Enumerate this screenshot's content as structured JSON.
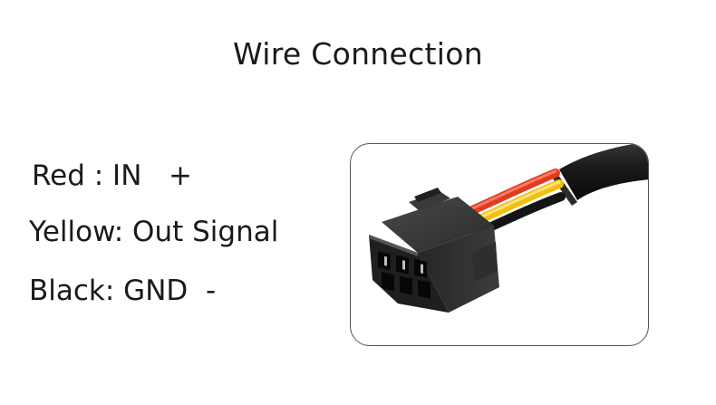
{
  "title": "Wire Connection",
  "wires": [
    {
      "label": "Red : IN   +",
      "color": "#e53a26"
    },
    {
      "label": "Yellow: Out Signal",
      "color": "#f2c20a"
    },
    {
      "label": "Black: GND  -",
      "color": "#111111"
    }
  ],
  "photo": {
    "subject": "3-pin connector plug",
    "connector_color": "#2a2a2a",
    "cable_jacket_color": "#1c1c1c"
  }
}
